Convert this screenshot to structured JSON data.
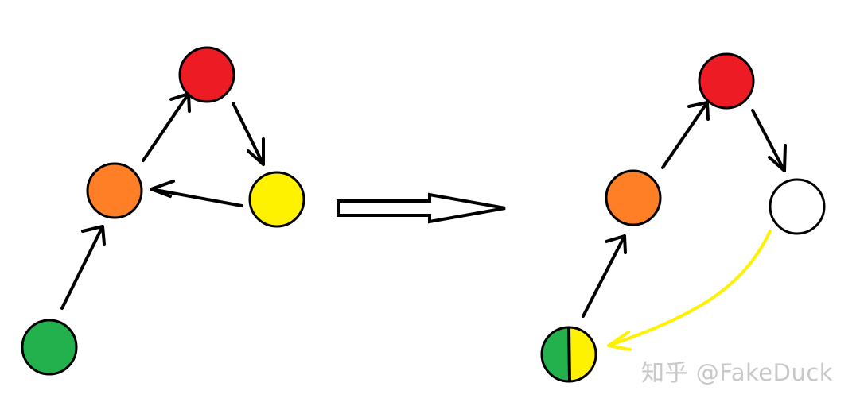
{
  "watermark": "知乎 @FakeDuck",
  "colors": {
    "red": "#ed1c24",
    "orange": "#ff7f27",
    "yellow": "#fff200",
    "green": "#22b14c",
    "white": "#ffffff",
    "stroke": "#000000",
    "yellow_arrow": "#fff200"
  },
  "before_graph": {
    "nodes": [
      {
        "name": "red-node",
        "color": "red"
      },
      {
        "name": "orange-node",
        "color": "orange"
      },
      {
        "name": "yellow-node",
        "color": "yellow"
      },
      {
        "name": "green-node",
        "color": "green"
      }
    ],
    "edges": [
      {
        "from": "green-node",
        "to": "orange-node"
      },
      {
        "from": "orange-node",
        "to": "red-node"
      },
      {
        "from": "red-node",
        "to": "yellow-node"
      },
      {
        "from": "yellow-node",
        "to": "orange-node"
      }
    ]
  },
  "transform_arrow": {
    "direction": "right",
    "style": "hollow"
  },
  "after_graph": {
    "nodes": [
      {
        "name": "red-node",
        "color": "red"
      },
      {
        "name": "orange-node",
        "color": "orange"
      },
      {
        "name": "white-node",
        "color": "white"
      },
      {
        "name": "green-yellow-node",
        "color": "green+yellow"
      }
    ],
    "edges": [
      {
        "from": "green-yellow-node",
        "to": "orange-node"
      },
      {
        "from": "orange-node",
        "to": "red-node"
      },
      {
        "from": "red-node",
        "to": "white-node"
      },
      {
        "from": "white-node",
        "to": "green-yellow-node",
        "color": "yellow_arrow",
        "curved": true
      }
    ]
  }
}
